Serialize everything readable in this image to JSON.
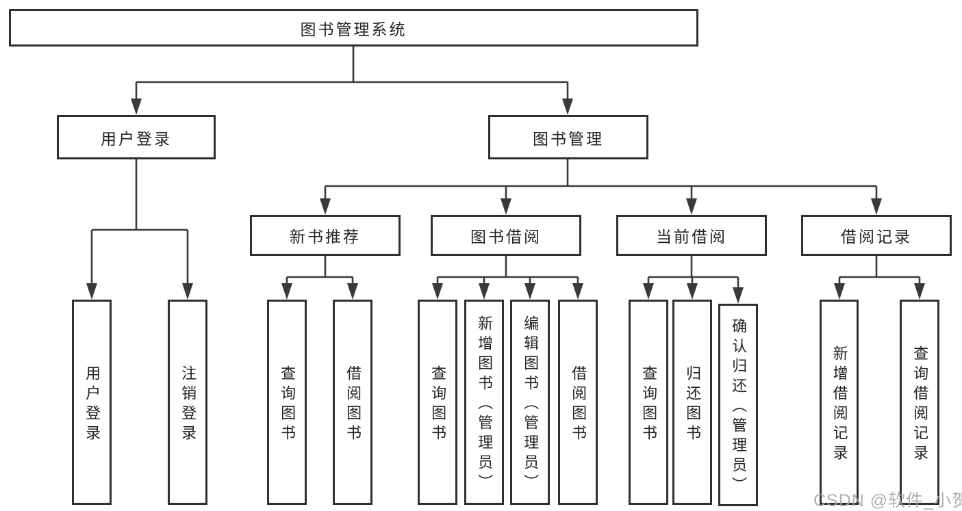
{
  "tree": {
    "root": "图书管理系统",
    "branches": [
      {
        "label": "用户登录",
        "leaves": [
          "用户登录",
          "注销登录"
        ]
      },
      {
        "label": "图书管理",
        "groups": [
          {
            "label": "新书推荐",
            "leaves": [
              "查询图书",
              "借阅图书"
            ]
          },
          {
            "label": "图书借阅",
            "leaves": [
              "查询图书",
              "新增图书（管理员）",
              "编辑图书（管理员）",
              "借阅图书"
            ]
          },
          {
            "label": "当前借阅",
            "leaves": [
              "查询图书",
              "归还图书",
              "确认归还（管理员）"
            ]
          },
          {
            "label": "借阅记录",
            "leaves": [
              "新增借阅记录",
              "查询借阅记录"
            ]
          }
        ]
      }
    ]
  },
  "watermark": "CSDN @软件_小贺同学",
  "colors": {
    "background": "#ffffff",
    "line": "#3a3a3a",
    "box_border": "#2f2f2f",
    "text": "#222222",
    "watermark": "#a8a8a8"
  }
}
